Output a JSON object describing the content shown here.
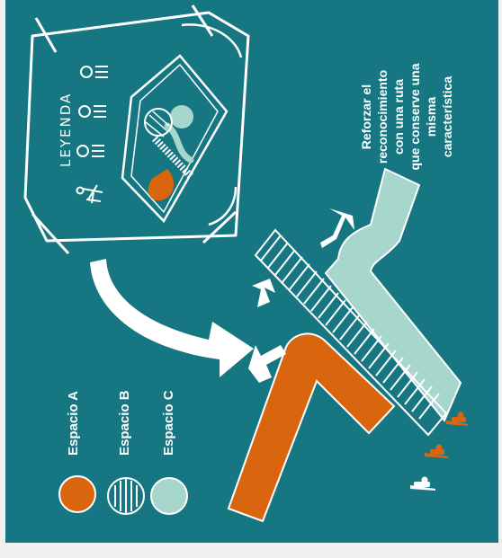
{
  "title": {
    "lines": [
      "Reforzar el",
      "reconocimiento",
      "con una ruta",
      "que conserve una",
      "misma",
      "característica"
    ]
  },
  "legend": {
    "heading": "LEYENDA",
    "items": [
      {
        "label": "Espacio A",
        "pattern": "solid",
        "color": "#d9660f"
      },
      {
        "label": "Espacio B",
        "pattern": "striped",
        "color": "#ffffff"
      },
      {
        "label": "Espacio C",
        "pattern": "solid",
        "color": "#a6d6cc"
      }
    ]
  },
  "colors": {
    "background": "#167783",
    "space_a": "#d9660f",
    "space_c": "#a6d6cc",
    "line": "#ffffff",
    "person_orange": "#d9660f"
  }
}
